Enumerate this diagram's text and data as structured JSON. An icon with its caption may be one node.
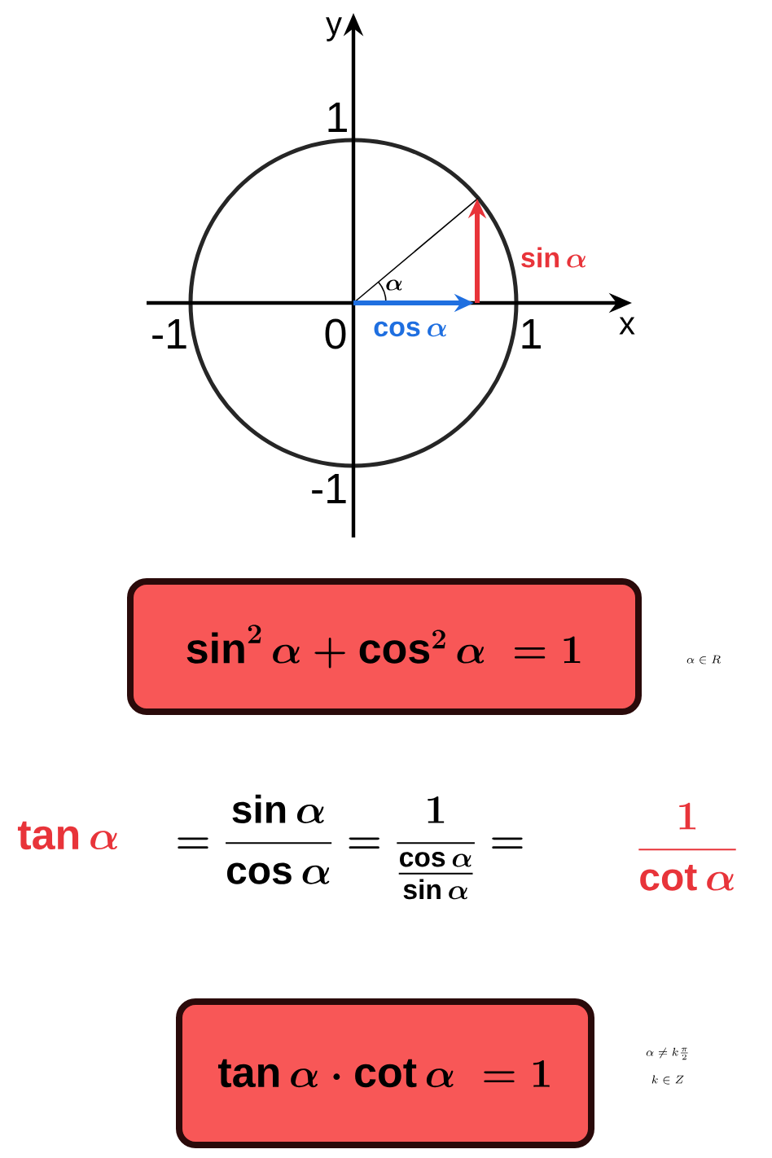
{
  "diagram": {
    "nodes": [
      {
        "text": [
          "\\sin^{2}\\alpha + \\cos^{2}\\alpha \\;= 1"
        ],
        "beside": [
          "\\alpha \\in R"
        ]
      },
      {
        "text": [
          "\\tan\\alpha \\cdot \\cot\\alpha \\;= 1"
        ],
        "beside": [
          "\\alpha \\neq k\\frac{\\pi}{2}",
          "k \\in Z"
        ]
      }
    ],
    "labels": [
      "y",
      "1",
      "\\sin\\alpha",
      "\\alpha",
      "-1",
      "0",
      "\\cos\\alpha",
      "1",
      "x",
      "-1",
      "\\tan\\alpha",
      "= \\frac{\\sin\\alpha}{\\cos\\alpha} = \\frac{1}{\\frac{\\cos\\alpha}{\\sin\\alpha}} =",
      "\\frac{1}{\\cot\\alpha}"
    ]
  }
}
